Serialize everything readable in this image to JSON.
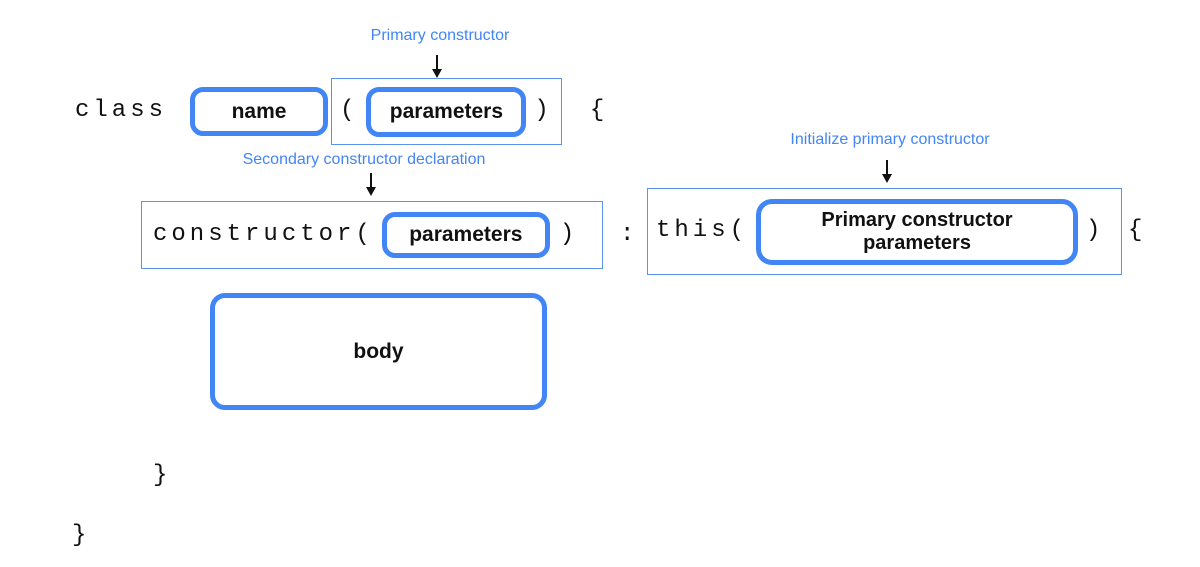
{
  "diagram": {
    "annotations": {
      "primary_constructor": "Primary constructor",
      "secondary_constructor": "Secondary constructor declaration",
      "initialize_primary": "Initialize primary constructor"
    },
    "code": {
      "class_keyword": "class",
      "open_paren": "(",
      "close_paren": ")",
      "open_brace": "{",
      "close_brace": "}",
      "constructor_call": "constructor(",
      "colon": ":",
      "this_call": "this("
    },
    "slots": {
      "name": "name",
      "parameters": "parameters",
      "primary_parameters": "Primary constructor parameters",
      "body": "body"
    },
    "colors": {
      "accent": "#4285F4",
      "thin_border": "#5b92f0",
      "label_text": "#4285F4",
      "code_text": "#111111",
      "arrow": "#111111",
      "background": "#ffffff"
    }
  }
}
